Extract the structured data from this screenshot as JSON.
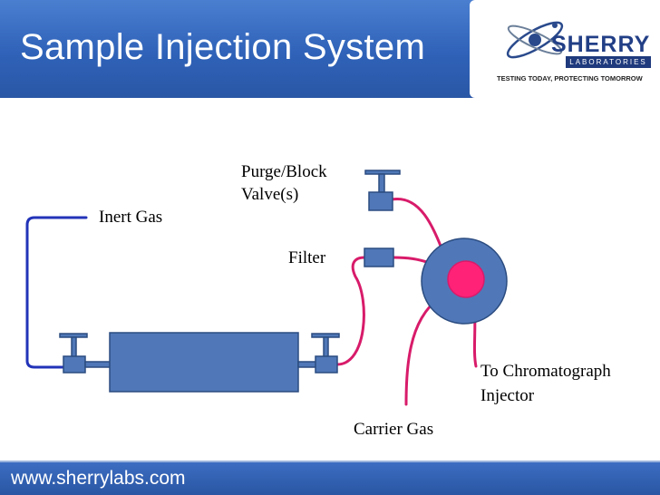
{
  "slide": {
    "title": "Sample Injection System"
  },
  "logo": {
    "name": "SHERRY",
    "subtitle": "LABORATORIES",
    "tagline": "TESTING TODAY, PROTECTING TOMORROW"
  },
  "diagram": {
    "labels": {
      "purge_block_line1": "Purge/Block",
      "purge_block_line2": "Valve(s)",
      "inert_gas": "Inert Gas",
      "filter": "Filter",
      "to_chromatograph_line1": "To Chromatograph",
      "to_chromatograph_line2": "Injector",
      "carrier_gas": "Carrier Gas"
    },
    "colors": {
      "component_fill": "#5078b8",
      "component_stroke": "#2b4c80",
      "inert_gas_line": "#2233b8",
      "sample_line": "#d81b6a",
      "injector_core": "#ff2277"
    }
  },
  "footer": {
    "url": "www.sherrylabs.com"
  }
}
